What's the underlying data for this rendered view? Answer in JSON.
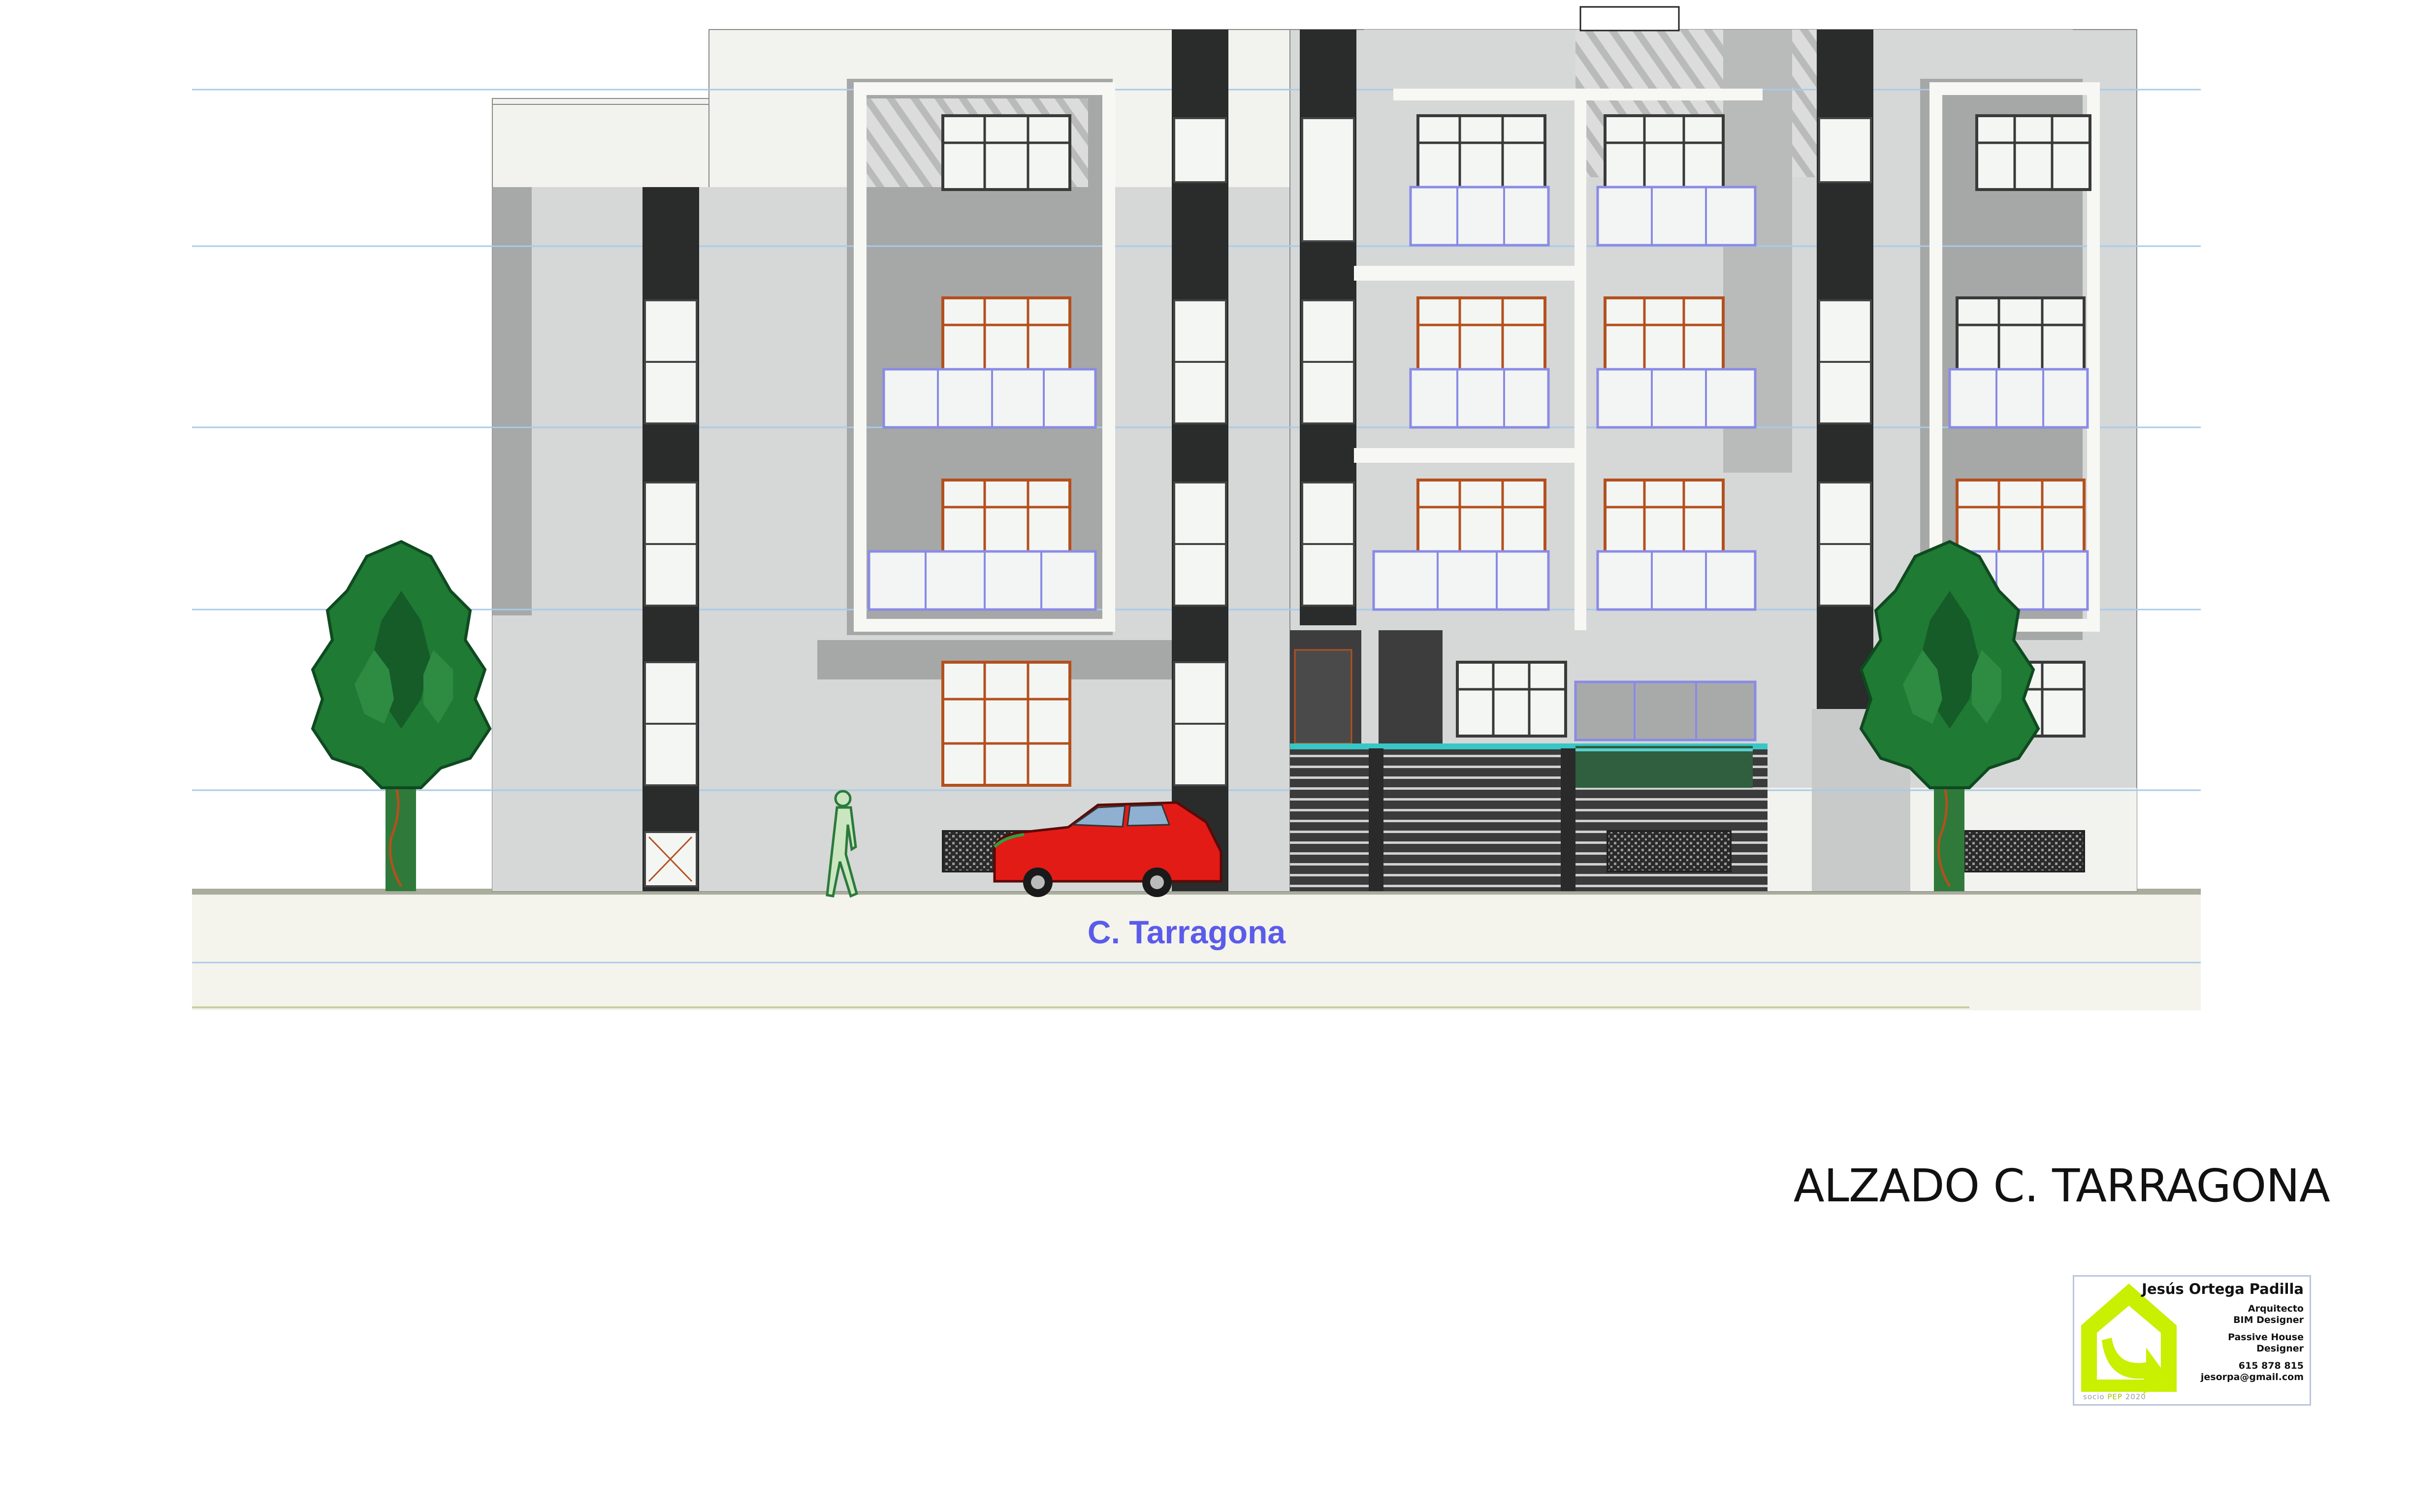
{
  "street_label": "C. Tarragona",
  "drawing_title": "ALZADO C. TARRAGONA",
  "title_block": {
    "name": "Jesús Ortega Padilla",
    "roles": [
      "Arquitecto",
      "BIM Designer",
      "Passive House",
      "Designer"
    ],
    "phone": "615 878 815",
    "email": "jesorpa@gmail.com",
    "badge_prefix": "socio",
    "badge_org": "PEP",
    "badge_year": "2020"
  },
  "colors": {
    "facade_light": "#f2f2ee",
    "facade_grey": "#d5d6d6",
    "facade_shadow": "#a5a6a6",
    "dark_strip": "#2a2b2b",
    "guide_lines": "#a8cbe8",
    "window_frame": "#b4501e",
    "railing": "#8a8ae6",
    "tree_green": "#1f7a34",
    "car_red": "#e21b17",
    "street_label": "#5b5bea",
    "logo_green": "#c8f000"
  },
  "icons": [
    "tree-icon",
    "pedestrian-icon",
    "car-icon",
    "house-logo-icon"
  ]
}
